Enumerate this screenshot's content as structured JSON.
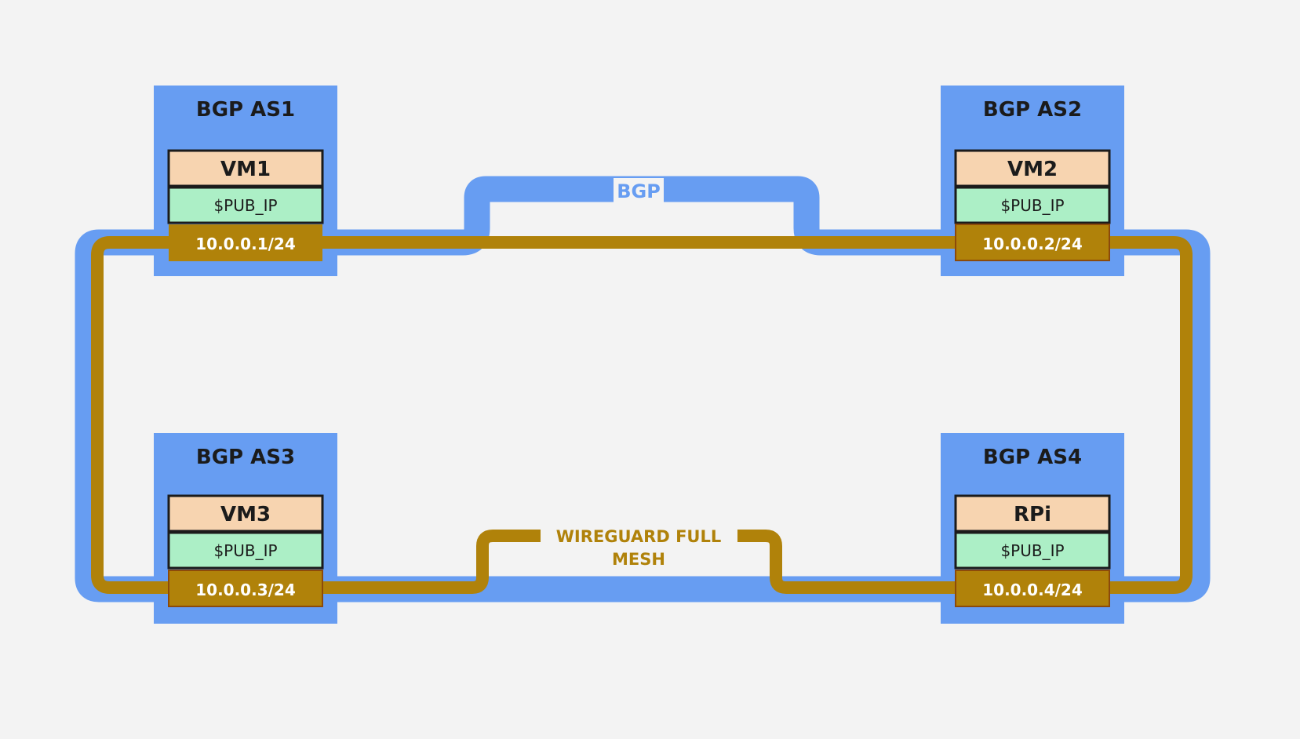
{
  "colors": {
    "background": "#f3f3f3",
    "bgp": "#679df2",
    "wireguard": "#b0820a",
    "host_fill": "#f7d4b0",
    "pub_ip_fill": "#acefc6",
    "text_dark": "#1b1b1b"
  },
  "links": {
    "bgp_label": "BGP",
    "wireguard_label_line1": "WIREGUARD FULL",
    "wireguard_label_line2": "MESH"
  },
  "nodes": [
    {
      "as_label": "BGP AS1",
      "host": "VM1",
      "public_ip": "$PUB_IP",
      "private_ip": "10.0.0.1/24"
    },
    {
      "as_label": "BGP AS2",
      "host": "VM2",
      "public_ip": "$PUB_IP",
      "private_ip": "10.0.0.2/24"
    },
    {
      "as_label": "BGP AS3",
      "host": "VM3",
      "public_ip": "$PUB_IP",
      "private_ip": "10.0.0.3/24"
    },
    {
      "as_label": "BGP AS4",
      "host": "RPi",
      "public_ip": "$PUB_IP",
      "private_ip": "10.0.0.4/24"
    }
  ]
}
